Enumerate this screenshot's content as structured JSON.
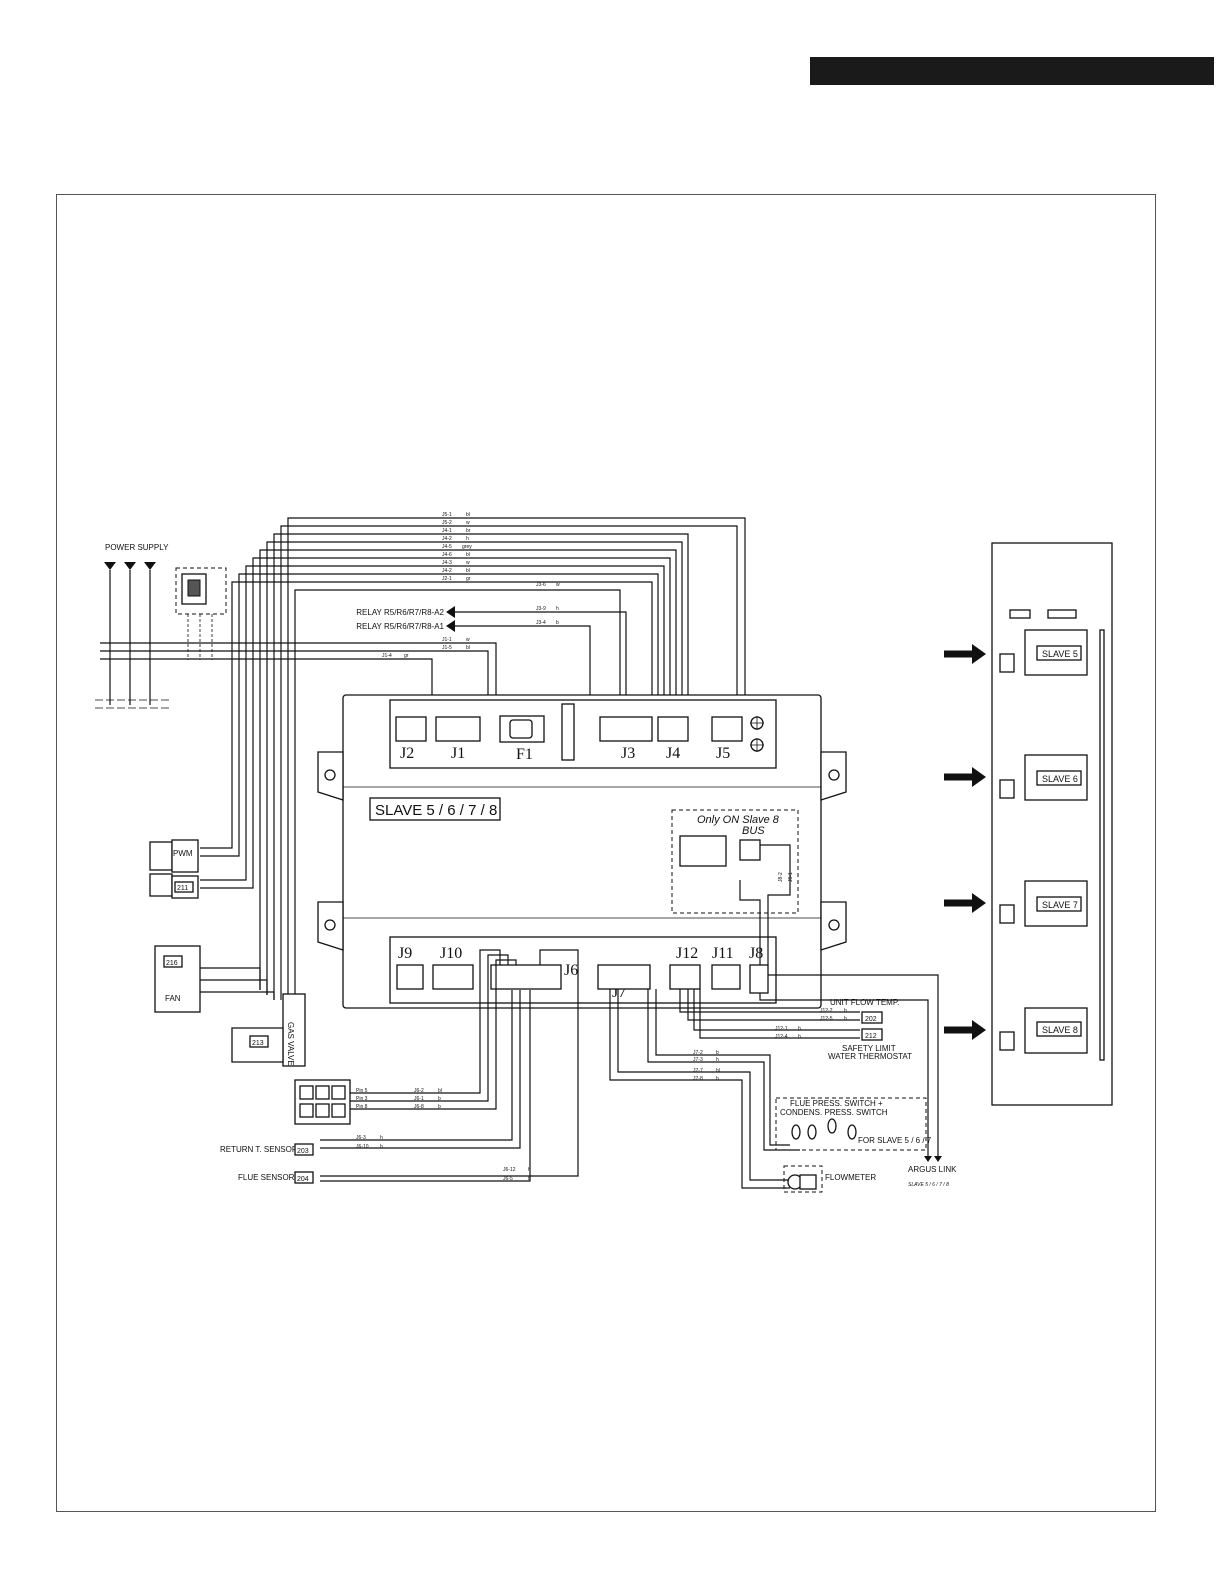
{
  "board": {
    "title": "SLAVE 5 / 6 / 7 / 8",
    "top_connectors": [
      "J2",
      "J1",
      "F1",
      "J3",
      "J4",
      "J5"
    ],
    "bottom_connectors": [
      "J9",
      "J10",
      "J6",
      "J7",
      "J12",
      "J11",
      "J8"
    ],
    "bus_note": "Only ON Slave 8",
    "bus_label": "BUS"
  },
  "labels": {
    "power_supply": "POWER SUPPLY",
    "relay_a2": "RELAY R5/R6/R7/R8-A2",
    "relay_a1": "RELAY R5/R6/R7/R8-A1",
    "pwm": "PWM",
    "fan": "FAN",
    "gas_valve": "GAS VALVE",
    "return_sensor": "RETURN T. SENSOR",
    "flue_sensor": "FLUE SENSOR",
    "unit_flow_temp": "UNIT FLOW TEMP.",
    "safety_limit": "SAFETY LIMIT",
    "water_thermostat": "WATER THERMOSTAT",
    "flue_press": "FLUE PRESS. SWITCH +",
    "condens_press": "CONDENS. PRESS. SWITCH",
    "for_slave": "FOR SLAVE 5 / 6 / 7",
    "argus_link": "ARGUS LINK",
    "argus_sub": "SLAVE 5 / 6 / 7 / 8",
    "flowmeter": "FLOWMETER"
  },
  "component_codes": {
    "c211": "211",
    "c216": "216",
    "c213": "213",
    "c203": "203",
    "c204": "204",
    "c202": "202",
    "c212": "212"
  },
  "top_wires": [
    {
      "label": "J5-1",
      "color": "bl"
    },
    {
      "label": "J5-2",
      "color": "w"
    },
    {
      "label": "J4-1",
      "color": "br"
    },
    {
      "label": "J4-2",
      "color": "h"
    },
    {
      "label": "J4-5",
      "color": "grey"
    },
    {
      "label": "J4-6",
      "color": "bl"
    },
    {
      "label": "J4-3",
      "color": "w"
    },
    {
      "label": "J4-2",
      "color": "bl"
    },
    {
      "label": "J2-1",
      "color": "gr"
    }
  ],
  "relay_wires": [
    {
      "label": "J3-6",
      "color": "w"
    },
    {
      "label": "J3-9",
      "color": "h"
    },
    {
      "label": "J3-4",
      "color": "b"
    }
  ],
  "j1_wires": [
    {
      "label": "J1-1",
      "color": "w"
    },
    {
      "label": "J1-5",
      "color": "bl"
    },
    {
      "label": "J1-4",
      "color": "gr"
    }
  ],
  "sensor_pins": [
    {
      "pin": "Pin 5",
      "label": "J6-2",
      "color": "bl"
    },
    {
      "pin": "Pin 3",
      "label": "J6-1",
      "color": "b"
    },
    {
      "pin": "Pin 8",
      "label": "J6-8",
      "color": "b"
    }
  ],
  "return_wires": [
    {
      "label": "J6-3",
      "color": "h"
    },
    {
      "label": "J6-10",
      "color": "h"
    }
  ],
  "flue_wires": [
    {
      "label": "J6-12",
      "color": "h"
    },
    {
      "label": "J6-5",
      "color": "b"
    }
  ],
  "j12_wires": [
    {
      "label": "J12-2",
      "color": "b"
    },
    {
      "label": "J12-5",
      "color": "h"
    },
    {
      "label": "J12-1",
      "color": "b"
    },
    {
      "label": "J12-4",
      "color": "h"
    }
  ],
  "j7_wires": [
    {
      "label": "J7-2",
      "color": "b"
    },
    {
      "label": "J7-3",
      "color": "h"
    },
    {
      "label": "J7-7",
      "color": "bl"
    },
    {
      "label": "J7-8",
      "color": "b"
    }
  ],
  "bus_wires": [
    {
      "label": "J8-2",
      "color": "h"
    },
    {
      "label": "J8-1",
      "color": "b"
    }
  ],
  "cabinet_slaves": [
    "SLAVE 5",
    "SLAVE 6",
    "SLAVE 7",
    "SLAVE 8"
  ]
}
